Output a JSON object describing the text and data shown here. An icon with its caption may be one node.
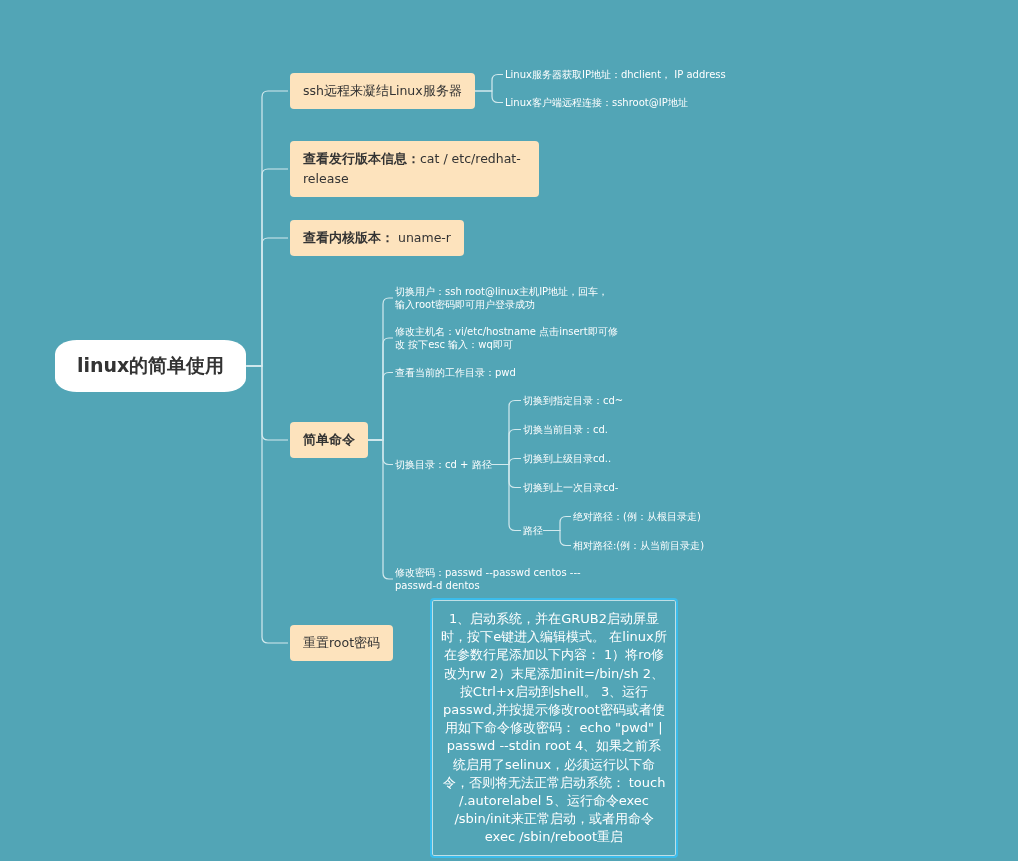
{
  "diagram": {
    "nodes": [
      {
        "text": [
          "linux的简单使用"
        ]
      },
      {
        "text": [
          "ssh远程来凝结Linux服务器"
        ]
      },
      {
        "text": [
          "Linux服务器获取IP地址：dhclient， IP address"
        ]
      },
      {
        "text": [
          "Linux客户端远程连接：sshroot@IP地址"
        ]
      },
      {
        "text": [
          "**查看发行版本信息：**cat / etc/redhat-release"
        ]
      },
      {
        "text": [
          "**查看内核版本：** uname-r"
        ]
      },
      {
        "text": [
          "简单命令"
        ]
      },
      {
        "text": [
          "切换用户：ssh root@linux主机IP地址，回车，输入root密码即可用户登录成功"
        ]
      },
      {
        "text": [
          "修改主机名：vi/etc/hostname 点击insert即可修改 按下esc 输入：wq即可"
        ]
      },
      {
        "text": [
          "查看当前的工作目录：pwd"
        ]
      },
      {
        "text": [
          "切换目录：cd + 路径"
        ]
      },
      {
        "text": [
          "切换到指定目录：cd~"
        ]
      },
      {
        "text": [
          "切换当前目录：cd."
        ]
      },
      {
        "text": [
          "切换到上级目录cd.."
        ]
      },
      {
        "text": [
          "切换到上一次目录cd-"
        ]
      },
      {
        "text": [
          "路径"
        ]
      },
      {
        "text": [
          "绝对路径：(例：从根目录走)"
        ]
      },
      {
        "text": [
          "相对路径:(例：从当前目录走)"
        ]
      },
      {
        "text": [
          "修改密码：passwd  --passwd centos  ---passwd-d dentos"
        ]
      },
      {
        "text": [
          "重置root密码"
        ]
      },
      {
        "text": [
          "1、启动系统，并在GRUB2启动屏显时，按下e键进入编辑模式。 在linux所在参数行尾添加以下内容： 1）将ro修改为rw 2）末尾添加init=/bin/sh 2、按Ctrl+x启动到shell。 3、运行passwd,并按提示修改root密码或者使用如下命令修改密码： echo \"pwd\" | passwd --stdin root 4、如果之前系统启用了selinux，必须运行以下命令，否则将无法正常启动系统： touch /.autorelabel 5、运行命令exec /sbin/init来正常启动，或者用命令exec /sbin/reboot重启"
        ]
      }
    ],
    "edges": [
      {
        "from": 0,
        "to": 1,
        "arrow": "none"
      },
      {
        "from": 1,
        "to": 2,
        "arrow": "none"
      },
      {
        "from": 1,
        "to": 3,
        "arrow": "none"
      },
      {
        "from": 0,
        "to": 4,
        "arrow": "none"
      },
      {
        "from": 0,
        "to": 5,
        "arrow": "none"
      },
      {
        "from": 0,
        "to": 6,
        "arrow": "none"
      },
      {
        "from": 6,
        "to": 7,
        "arrow": "none"
      },
      {
        "from": 6,
        "to": 8,
        "arrow": "none"
      },
      {
        "from": 6,
        "to": 9,
        "arrow": "none"
      },
      {
        "from": 6,
        "to": 10,
        "arrow": "none"
      },
      {
        "from": 10,
        "to": 11,
        "arrow": "none"
      },
      {
        "from": 10,
        "to": 12,
        "arrow": "none"
      },
      {
        "from": 10,
        "to": 13,
        "arrow": "none"
      },
      {
        "from": 10,
        "to": 14,
        "arrow": "none"
      },
      {
        "from": 10,
        "to": 15,
        "arrow": "none"
      },
      {
        "from": 15,
        "to": 16,
        "arrow": "none"
      },
      {
        "from": 15,
        "to": 17,
        "arrow": "none"
      },
      {
        "from": 6,
        "to": 18,
        "arrow": "none"
      },
      {
        "from": 0,
        "to": 19,
        "arrow": "none"
      }
    ]
  }
}
